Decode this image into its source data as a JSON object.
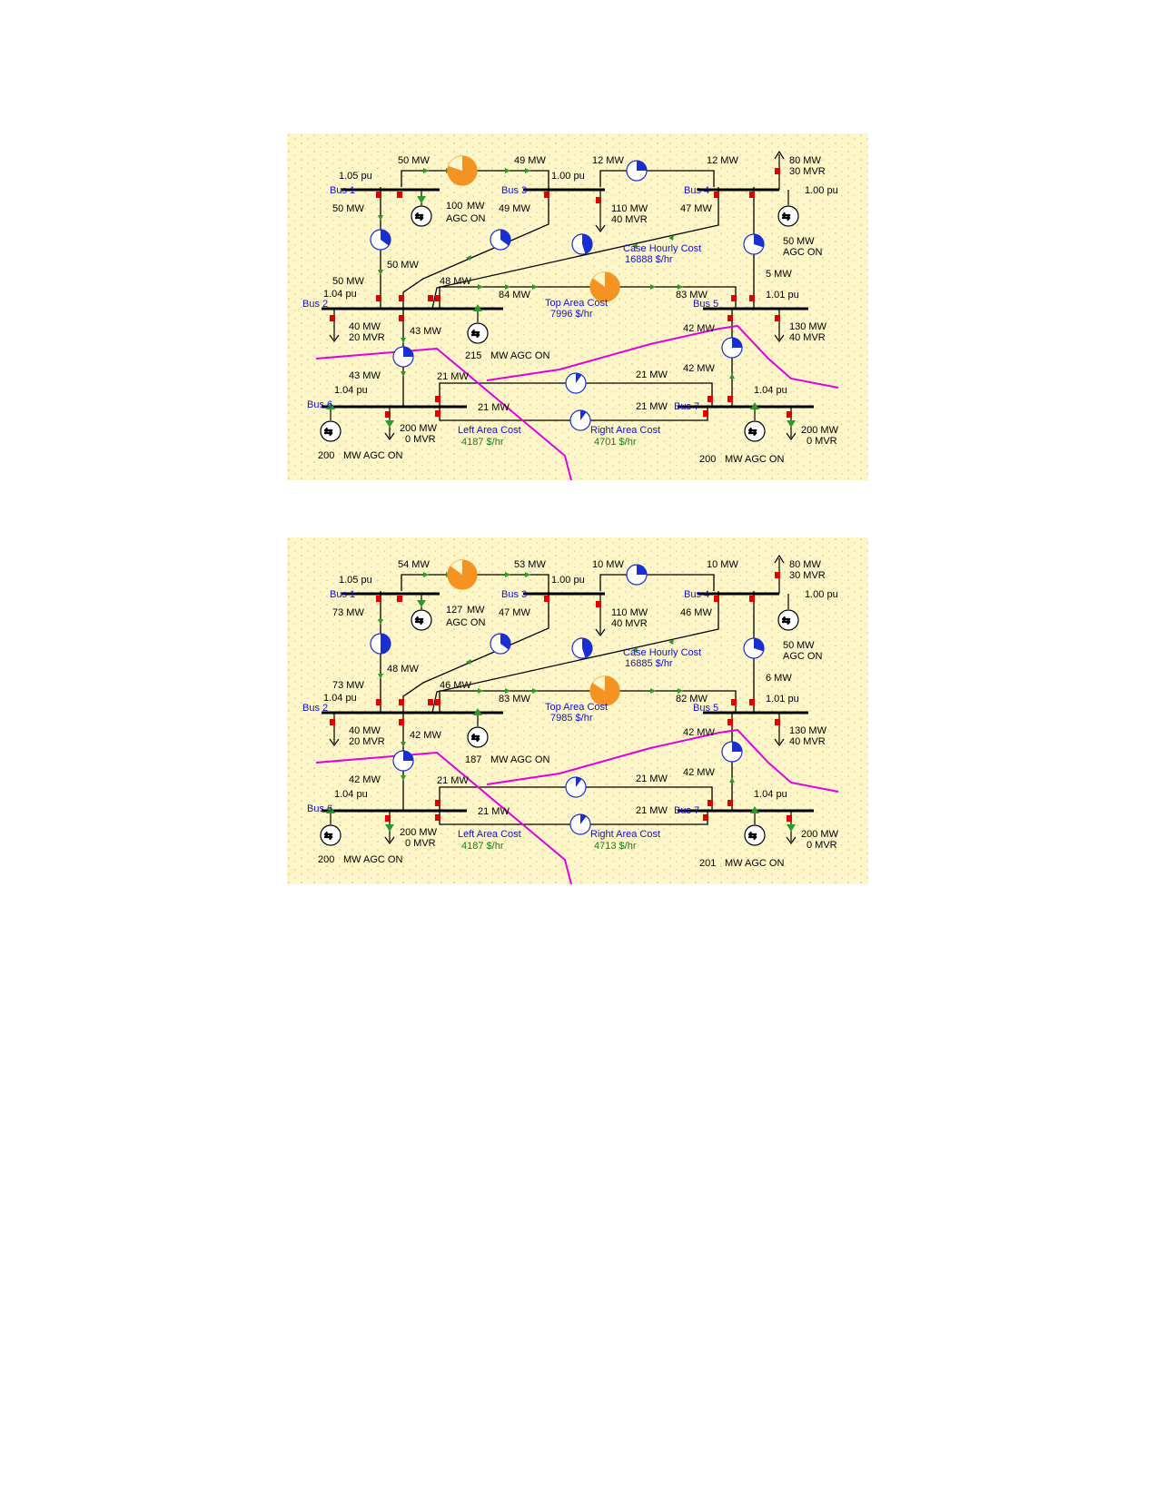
{
  "colors": {
    "background": "#fdf6c8",
    "line": "#000000",
    "bus": "#000000",
    "flow_arrow": "#2a9a2a",
    "breaker": "#e00000",
    "area_boundary": "#e000e0",
    "pie_overloaded": "#f59322",
    "pie_normal": "#1a2fd0",
    "label_blue": "#1010d0",
    "label_green": "#1a7a1a"
  },
  "icons": {
    "generator": "generator-icon",
    "load": "load-arrow-icon",
    "pie": "line-loading-pie-icon"
  },
  "panels": [
    {
      "id": "top",
      "labels": {
        "bus1_name": "Bus 1",
        "bus1_pu": "1.05 pu",
        "bus3_name": "Bus 3",
        "bus3_pu": "1.00 pu",
        "bus4_name": "Bus 4",
        "bus4_pu": "1.00 pu",
        "bus2_name": "Bus 2",
        "bus2_pu": "1.04 pu",
        "bus5_name": "Bus 5",
        "bus5_pu": "1.01 pu",
        "bus6_name": "Bus 6",
        "bus6_pu": "1.04 pu",
        "bus7_name": "Bus 7",
        "bus7_pu": "1.04 pu",
        "f_1_3_a": "50 MW",
        "f_1_3_b": "49 MW",
        "f_3_4_a": "12 MW",
        "f_3_4_b": "12 MW",
        "load4_p": "80 MW",
        "load4_q": "30 MVR",
        "f_1_2_a": "50 MW",
        "f_1_2_b": "50 MW",
        "gen1_mw": "100",
        "gen1_agc": "AGC ON",
        "f_3_2_a": "49 MW",
        "f_3_2_b": "50 MW",
        "load3_p": "110 MW",
        "load3_q": "40 MVR",
        "f_4_2": "47 MW",
        "case_cost_label": "Case Hourly Cost",
        "case_cost_value": "16888 $/hr",
        "gen4_mw": "50",
        "gen4_agc": "AGC ON",
        "f_4_5": "5 MW",
        "f_2_5_a": "48 MW",
        "f_2_5_b": "84 MW",
        "f_2_5_c": "83 MW",
        "top_cost_label": "Top Area Cost",
        "top_cost_value": "7996 $/hr",
        "load2_p": "40 MW",
        "load2_q": "20 MVR",
        "f_2_6_a": "43 MW",
        "f_2_6_b": "43 MW",
        "gen2_mw": "215",
        "gen2_agc": "MW AGC ON",
        "load5_p": "130 MW",
        "load5_q": "40 MVR",
        "f_5_7_a": "42 MW",
        "f_5_7_b": "42 MW",
        "f_6_7_upper_a": "21 MW",
        "f_6_7_upper_b": "21 MW",
        "f_6_7_lower_a": "21 MW",
        "f_6_7_lower_b": "21 MW",
        "load6_p": "200 MW",
        "load6_q": "0 MVR",
        "left_cost_label": "Left Area Cost",
        "left_cost_value": "4187 $/hr",
        "right_cost_label": "Right Area Cost",
        "right_cost_value": "4701 $/hr",
        "load7_p": "200 MW",
        "load7_q": "0 MVR",
        "gen6_mw": "200",
        "gen6_agc": "MW AGC ON",
        "gen7_mw": "200",
        "gen7_agc": "MW AGC ON"
      },
      "pies": {
        "p13": 80,
        "p34": 25,
        "p12": 35,
        "p32": 35,
        "p42": 45,
        "p45": 30,
        "p25": 85,
        "p26": 25,
        "p57": 25,
        "p67u": 10,
        "p67l": 10
      }
    },
    {
      "id": "bottom",
      "labels": {
        "bus1_name": "Bus 1",
        "bus1_pu": "1.05 pu",
        "bus3_name": "Bus 3",
        "bus3_pu": "1.00 pu",
        "bus4_name": "Bus 4",
        "bus4_pu": "1.00 pu",
        "bus2_name": "Bus 2",
        "bus2_pu": "1.04 pu",
        "bus5_name": "Bus 5",
        "bus5_pu": "1.01 pu",
        "bus6_name": "Bus 6",
        "bus6_pu": "1.04 pu",
        "bus7_name": "Bus 7",
        "bus7_pu": "1.04 pu",
        "f_1_3_a": "54 MW",
        "f_1_3_b": "53 MW",
        "f_3_4_a": "10 MW",
        "f_3_4_b": "10 MW",
        "load4_p": "80 MW",
        "load4_q": "30 MVR",
        "f_1_2_a": "73 MW",
        "f_1_2_b": "73 MW",
        "gen1_mw": "127",
        "gen1_agc": "AGC ON",
        "f_3_2_a": "47 MW",
        "f_3_2_b": "48 MW",
        "load3_p": "110 MW",
        "load3_q": "40 MVR",
        "f_4_2": "46 MW",
        "case_cost_label": "Case Hourly Cost",
        "case_cost_value": "16885 $/hr",
        "gen4_mw": "50",
        "gen4_agc": "AGC ON",
        "f_4_5": "6 MW",
        "f_2_5_a": "46 MW",
        "f_2_5_b": "83 MW",
        "f_2_5_c": "82 MW",
        "top_cost_label": "Top Area Cost",
        "top_cost_value": "7985 $/hr",
        "load2_p": "40 MW",
        "load2_q": "20 MVR",
        "f_2_6_a": "42 MW",
        "f_2_6_b": "42 MW",
        "gen2_mw": "187",
        "gen2_agc": "MW AGC ON",
        "load5_p": "130 MW",
        "load5_q": "40 MVR",
        "f_5_7_a": "42 MW",
        "f_5_7_b": "42 MW",
        "f_6_7_upper_a": "21 MW",
        "f_6_7_upper_b": "21 MW",
        "f_6_7_lower_a": "21 MW",
        "f_6_7_lower_b": "21 MW",
        "load6_p": "200 MW",
        "load6_q": "0 MVR",
        "left_cost_label": "Left Area Cost",
        "left_cost_value": "4187 $/hr",
        "right_cost_label": "Right Area Cost",
        "right_cost_value": "4713 $/hr",
        "load7_p": "200 MW",
        "load7_q": "0 MVR",
        "gen6_mw": "200",
        "gen6_agc": "MW AGC ON",
        "gen7_mw": "201",
        "gen7_agc": "MW AGC ON"
      },
      "pies": {
        "p13": 85,
        "p34": 25,
        "p12": 50,
        "p32": 35,
        "p42": 45,
        "p45": 30,
        "p25": 84,
        "p26": 25,
        "p57": 25,
        "p67u": 10,
        "p67l": 10
      }
    }
  ]
}
